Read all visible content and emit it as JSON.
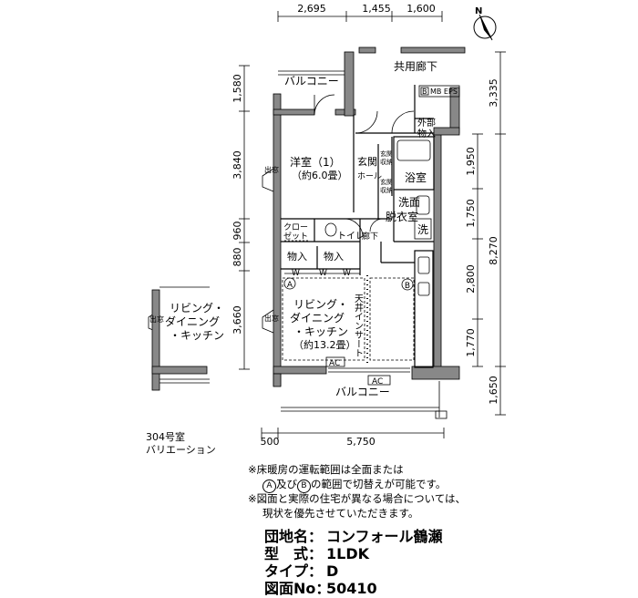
{
  "dimensions": {
    "top": [
      "2,695",
      "1,455",
      "1,600"
    ],
    "left": [
      "1,580",
      "3,840",
      "960",
      "880",
      "3,660"
    ],
    "right_inner": [
      "1,950",
      "1,750",
      "2,800",
      "1,770"
    ],
    "right_outer": [
      "3,335",
      "8,270",
      "1,650"
    ],
    "bottom": [
      "500",
      "5,750"
    ]
  },
  "rooms": {
    "kyoyo_roka": "共用廊下",
    "balcony_top": "バルコニー",
    "balcony_bottom": "バルコニー",
    "yoshitsu_line1": "洋室（1）",
    "yoshitsu_line2": "（約6.0畳）",
    "genkan": "玄関",
    "hall": "ホール",
    "genkan_shuno_a_1": "玄関",
    "genkan_shuno_a_2": "収納",
    "genkan_shuno_b_1": "玄関",
    "genkan_shuno_b_2": "収納",
    "bath": "浴室",
    "senmen_1": "洗面",
    "senmen_2": "脱衣室",
    "sentaku": "洗",
    "closet_1": "クロー",
    "closet_2": "ゼット",
    "toilet": "トイレ",
    "roka": "廊下",
    "mono1": "物入",
    "mono2": "物入",
    "gaibu_1": "外部",
    "gaibu_2": "物入",
    "mb_b": "B",
    "mb_eps": "MB EPS",
    "ldk_1": "リビング・",
    "ldk_2": "ダイニング",
    "ldk_3": "・キッチン",
    "ldk_4": "（約13.2畳）",
    "tenjo_v": "天井インサート",
    "zone_a": "A",
    "zone_b": "B",
    "ac1": "AC",
    "ac2": "AC",
    "demado1": "出窓",
    "demado2": "出窓",
    "w1": "W",
    "w2": "W",
    "w3": "W",
    "north": "N"
  },
  "variation": {
    "ldk_1": "リビング・",
    "ldk_2": "ダイニング",
    "ldk_3": "・キッチン",
    "demado": "出窓",
    "caption_1": "304号室",
    "caption_2": "バリエーション"
  },
  "notes": {
    "line1": "※床暖房の運転範囲は全面または",
    "line2_a": "A",
    "line2_mid": "及び",
    "line2_b": "B",
    "line2_end": "の範囲で切替えが可能です。",
    "line3": "※図面と実際の住宅が異なる場合については、",
    "line4": "現状を優先させていただきます。"
  },
  "info": {
    "name_label": "団地名：",
    "name_value": "コンフォール鶴瀬",
    "type_label": "型　式：",
    "type_value": "1LDK",
    "kind_label": "タイプ：",
    "kind_value": "D",
    "no_label": "図面No：",
    "no_value": "50410"
  }
}
